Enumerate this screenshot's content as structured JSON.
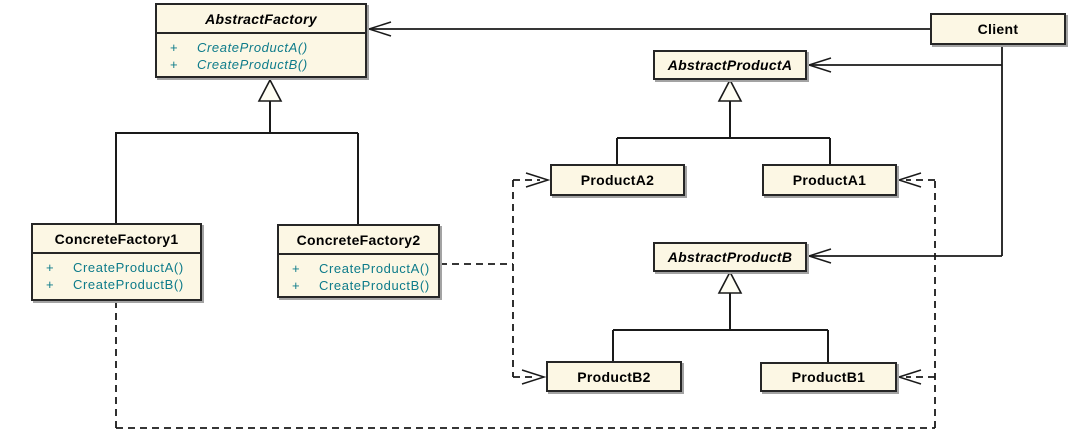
{
  "diagram": {
    "kind": "uml-class-diagram",
    "pattern": "Abstract Factory",
    "colors": {
      "background": "#ffffff",
      "box_fill": "#FCF7E4",
      "box_border": "#262626",
      "box_shadow": "#a3a3a3",
      "title_text": "#000000",
      "method_text": "#0D7B8A",
      "connector": "#1a1a1a"
    },
    "classes": {
      "abstractFactory": {
        "name": "AbstractFactory",
        "abstract": true,
        "methods": [
          {
            "vis": "+",
            "sig": "CreateProductA()"
          },
          {
            "vis": "+",
            "sig": "CreateProductB()"
          }
        ]
      },
      "client": {
        "name": "Client",
        "abstract": false
      },
      "abstractProductA": {
        "name": "AbstractProductA",
        "abstract": true
      },
      "productA2": {
        "name": "ProductA2",
        "abstract": false
      },
      "productA1": {
        "name": "ProductA1",
        "abstract": false
      },
      "concreteFactory1": {
        "name": "ConcreteFactory1",
        "abstract": false,
        "methods": [
          {
            "vis": "+",
            "sig": "CreateProductA()"
          },
          {
            "vis": "+",
            "sig": "CreateProductB()"
          }
        ]
      },
      "concreteFactory2": {
        "name": "ConcreteFactory2",
        "abstract": false,
        "methods": [
          {
            "vis": "+",
            "sig": "CreateProductA()"
          },
          {
            "vis": "+",
            "sig": "CreateProductB()"
          }
        ]
      },
      "abstractProductB": {
        "name": "AbstractProductB",
        "abstract": true
      },
      "productB2": {
        "name": "ProductB2",
        "abstract": false
      },
      "productB1": {
        "name": "ProductB1",
        "abstract": false
      }
    },
    "relationships": [
      {
        "type": "generalization",
        "from": "ConcreteFactory1",
        "to": "AbstractFactory"
      },
      {
        "type": "generalization",
        "from": "ConcreteFactory2",
        "to": "AbstractFactory"
      },
      {
        "type": "generalization",
        "from": "ProductA2",
        "to": "AbstractProductA"
      },
      {
        "type": "generalization",
        "from": "ProductA1",
        "to": "AbstractProductA"
      },
      {
        "type": "generalization",
        "from": "ProductB2",
        "to": "AbstractProductB"
      },
      {
        "type": "generalization",
        "from": "ProductB1",
        "to": "AbstractProductB"
      },
      {
        "type": "association",
        "from": "Client",
        "to": "AbstractFactory"
      },
      {
        "type": "association",
        "from": "Client",
        "to": "AbstractProductA"
      },
      {
        "type": "association",
        "from": "Client",
        "to": "AbstractProductB"
      },
      {
        "type": "dependency",
        "from": "ConcreteFactory2",
        "to": "ProductA2"
      },
      {
        "type": "dependency",
        "from": "ConcreteFactory2",
        "to": "ProductB2"
      },
      {
        "type": "dependency",
        "from": "ConcreteFactory1",
        "to": "ProductA1"
      },
      {
        "type": "dependency",
        "from": "ConcreteFactory1",
        "to": "ProductB1"
      }
    ]
  }
}
